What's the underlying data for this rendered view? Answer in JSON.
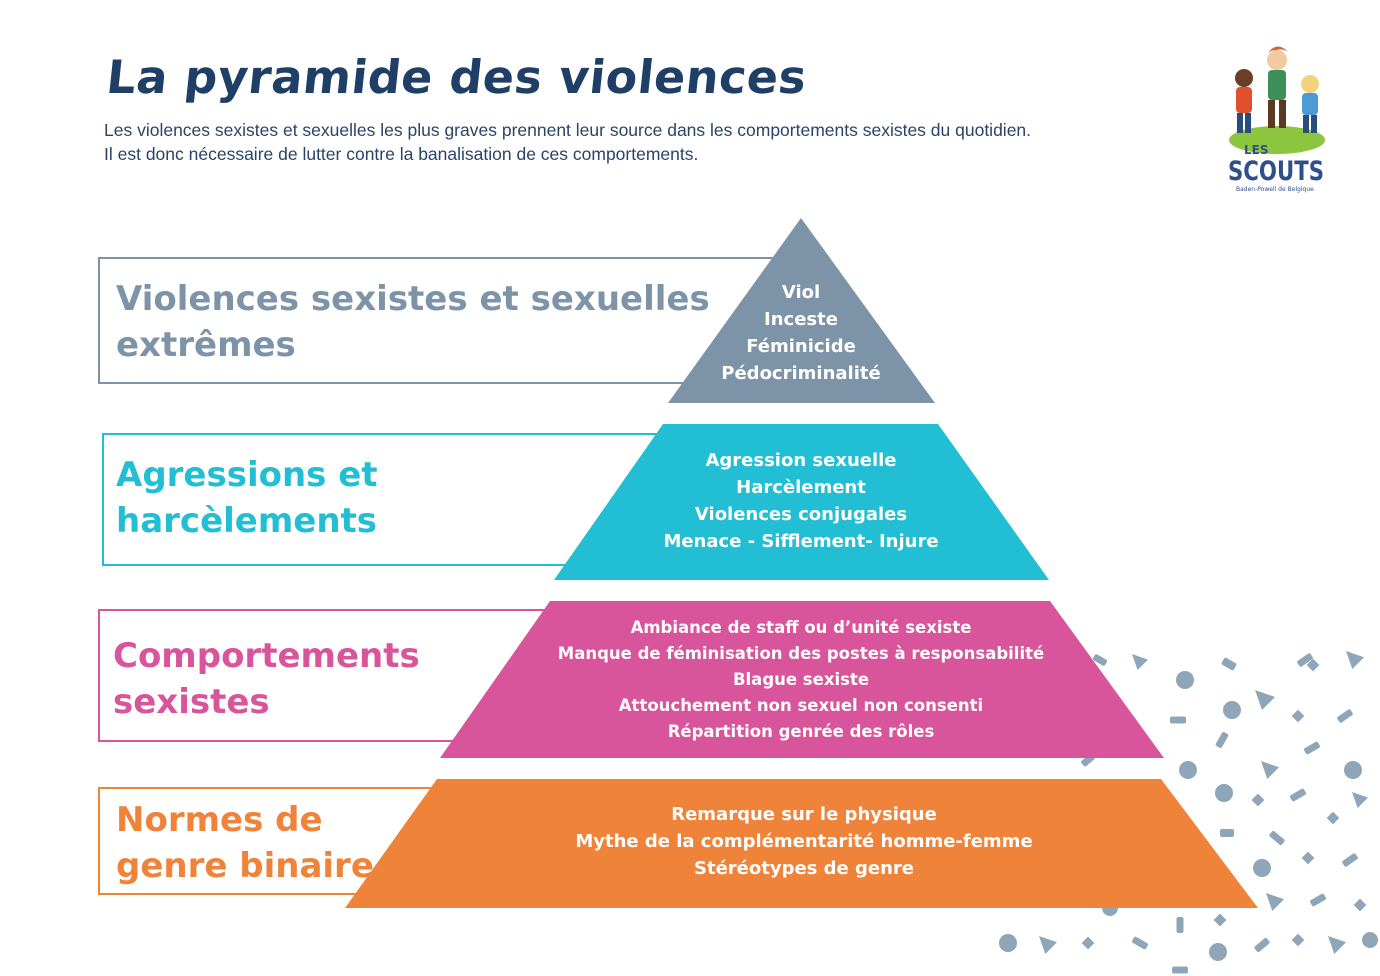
{
  "title": "La pyramide des violences",
  "subtitle": [
    "Les violences sexistes et sexuelles les plus graves prennent leur source dans les comportements sexistes du quotidien.",
    "Il est donc nécessaire de lutter contre la banalisation de ces comportements."
  ],
  "levels": [
    {
      "label_lines": [
        "Violences sexistes et sexuelles",
        "extrêmes"
      ],
      "items": [
        "Viol",
        "Inceste",
        "Féminicide",
        "Pédocriminalité"
      ],
      "color": "#7d94a8"
    },
    {
      "label_lines": [
        "Agressions et",
        "harcèlements"
      ],
      "items": [
        "Agression sexuelle",
        "Harcèlement",
        "Violences conjugales",
        "Menace - Sifflement-  Injure"
      ],
      "color": "#22bed3"
    },
    {
      "label_lines": [
        "Comportements",
        "sexistes"
      ],
      "items": [
        "Ambiance de staff ou d’unité sexiste",
        "Manque de féminisation des postes à responsabilité",
        "Blague sexiste",
        "Attouchement non sexuel non consenti",
        "Répartition genrée des rôles"
      ],
      "color": "#d9559b"
    },
    {
      "label_lines": [
        "Normes de",
        "genre binaire"
      ],
      "items": [
        "Remarque sur le physique",
        "Mythe de la complémentarité homme-femme",
        "Stéréotypes de genre"
      ],
      "color": "#f0833a"
    }
  ],
  "logo": {
    "name": "LES SCOUTS",
    "tagline": "Baden-Powell de Belgique"
  },
  "colors": {
    "title": "#1f3f66",
    "confetti": "#8fa6b8"
  }
}
